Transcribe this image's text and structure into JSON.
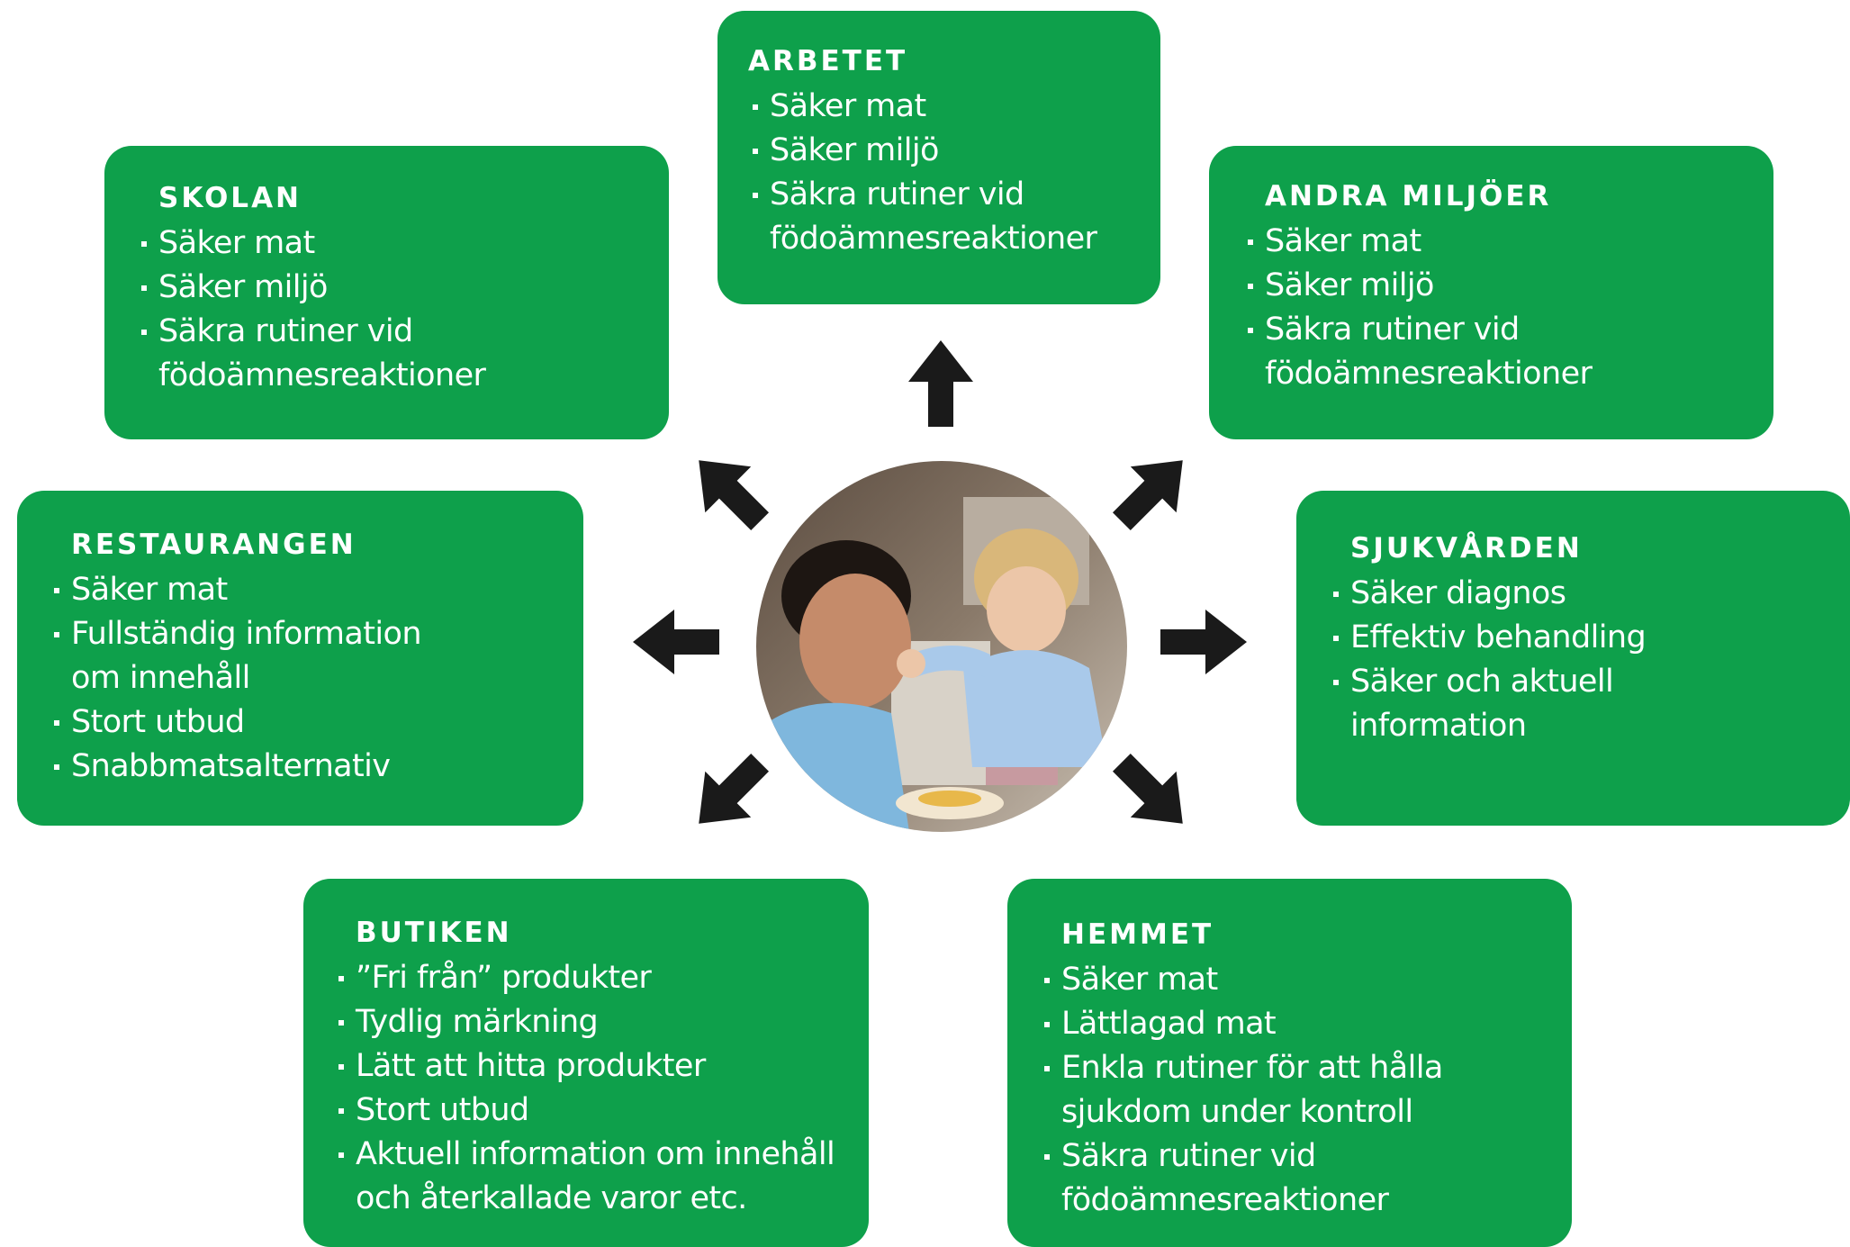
{
  "boxes": {
    "arbetet": {
      "title": "ARBETET",
      "items": [
        "Säker mat",
        "Säker miljö",
        "Säkra rutiner vid födoämnesreaktioner"
      ]
    },
    "skolan": {
      "title": "SKOLAN",
      "items": [
        "Säker mat",
        "Säker miljö",
        "Säkra rutiner vid födoämnesreaktioner"
      ]
    },
    "andra_miljoer": {
      "title": "ANDRA MILJÖER",
      "items": [
        "Säker mat",
        "Säker miljö",
        "Säkra rutiner vid födoämnesreaktioner"
      ]
    },
    "restaurangen": {
      "title": "RESTAURANGEN",
      "items": [
        "Säker mat",
        "Fullständig information om innehåll",
        "Stort utbud",
        "Snabbmatsalternativ"
      ]
    },
    "sjukvarden": {
      "title": "SJUKVÅRDEN",
      "items": [
        "Säker diagnos",
        "Effektiv behandling",
        "Säker och aktuell information"
      ]
    },
    "butiken": {
      "title": "BUTIKEN",
      "items": [
        "”Fri från” produkter",
        "Tydlig märkning",
        "Lätt att hitta produkter",
        "Stort utbud",
        "Aktuell information om innehåll och återkallade varor etc."
      ]
    },
    "hemmet": {
      "title": "HEMMET",
      "items": [
        "Säker mat",
        "Lättlagad mat",
        "Enkla rutiner för att hålla sjukdom under kontroll",
        "Säkra rutiner vid födoämnesreaktioner"
      ]
    }
  },
  "colors": {
    "box_green": "#0ea04b",
    "text": "#ffffff",
    "arrow": "#1a1a1a"
  },
  "center_image": "photo-father-and-child-eating"
}
